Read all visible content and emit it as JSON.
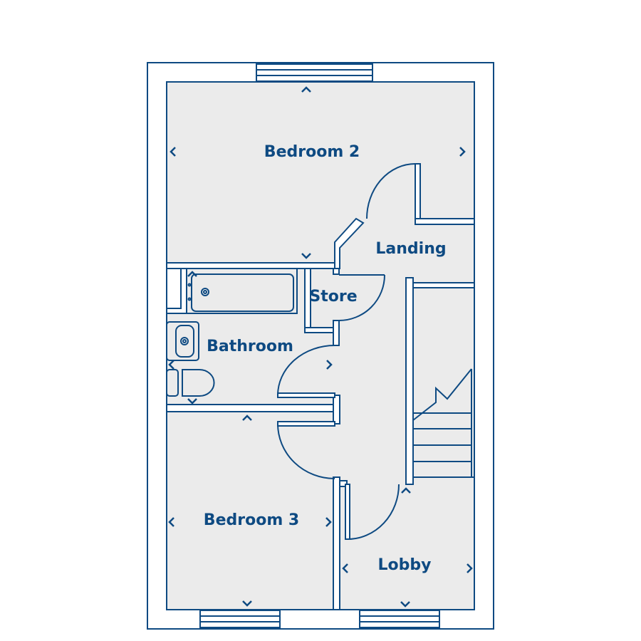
{
  "colors": {
    "line": "#0e4a82",
    "floor": "#ebebeb",
    "wall": "#ffffff"
  },
  "rooms": {
    "bedroom2": "Bedroom 2",
    "landing": "Landing",
    "store": "Store",
    "bathroom": "Bathroom",
    "bedroom3": "Bedroom 3",
    "lobby": "Lobby"
  }
}
